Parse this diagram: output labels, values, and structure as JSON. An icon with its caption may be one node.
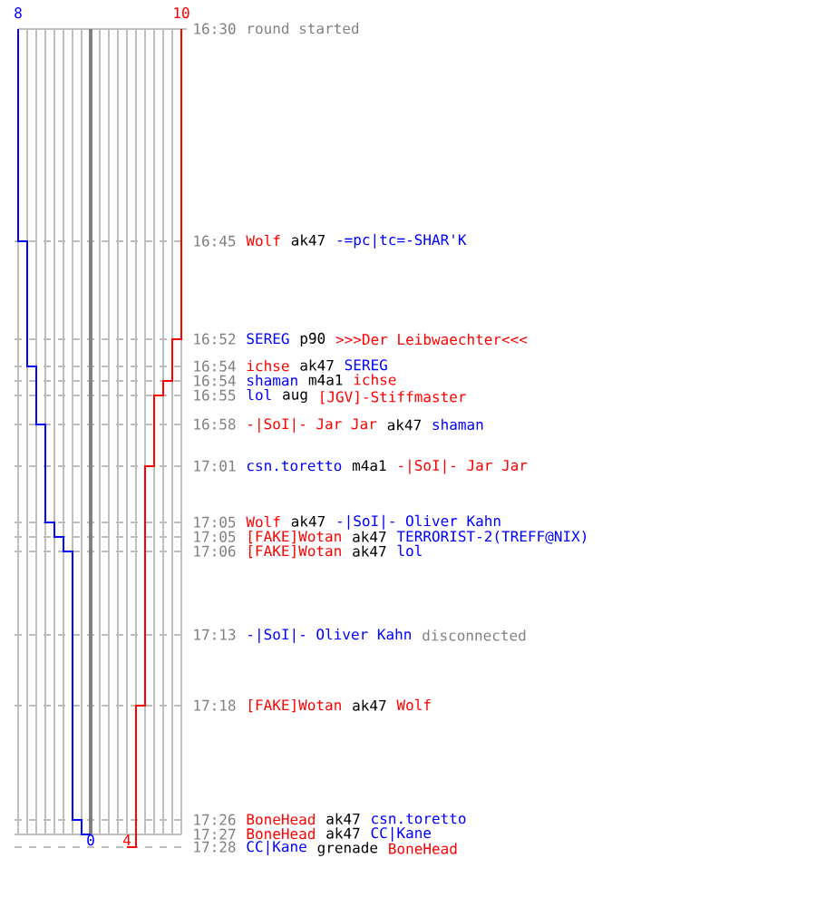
{
  "diagram": {
    "labels": [
      "8",
      "10",
      "16:30",
      "round started",
      "16:45",
      "Wolf",
      "ak47",
      "-=pc|tc=-SHAR'K",
      "16:52",
      "SEREG",
      "p90",
      ">>>Der Leibwaechter<<<",
      "16:54",
      "ichse",
      "ak47",
      "SEREG",
      "16:54",
      "shaman",
      "m4a1",
      "ichse",
      "16:55",
      "lol",
      "aug",
      "[JGV]-Stiffmaster",
      "16:58",
      "-|SoI|- Jar Jar",
      "ak47",
      "shaman",
      "17:01",
      "csn.toretto",
      "m4a1",
      "-|SoI|- Jar Jar",
      "17:05",
      "Wolf",
      "ak47",
      "-|SoI|- Oliver Kahn",
      "17:05",
      "[FAKE]Wotan",
      "ak47",
      "TERRORIST-2(TREFF@NIX)",
      "17:06",
      "[FAKE]Wotan",
      "ak47",
      "lol",
      "17:13",
      "-|SoI|- Oliver Kahn",
      "disconnected",
      "17:18",
      "[FAKE]Wotan",
      "ak47",
      "Wolf",
      "17:26",
      "BoneHead",
      "ak47",
      "csn.toretto",
      "0",
      "4",
      "17:27",
      "BoneHead",
      "ak47",
      "CC|Kane",
      "17:28",
      "CC|Kane",
      "grenade",
      "BoneHead"
    ]
  }
}
